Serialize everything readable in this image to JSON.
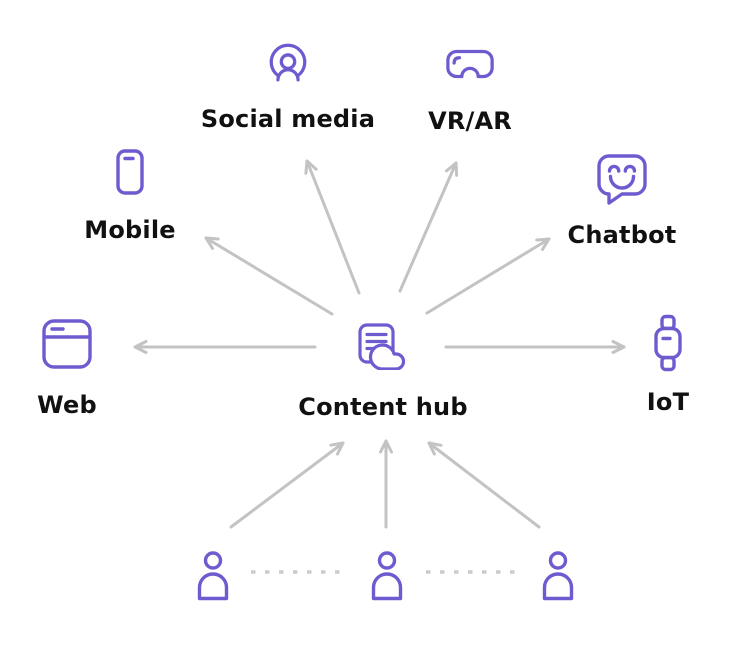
{
  "diagram": {
    "hub": {
      "label": "Content hub",
      "icon": "document-cloud-icon"
    },
    "channels": [
      {
        "id": "social-media",
        "label": "Social media",
        "icon": "person-in-circle-icon"
      },
      {
        "id": "vr-ar",
        "label": "VR/AR",
        "icon": "vr-headset-icon"
      },
      {
        "id": "mobile",
        "label": "Mobile",
        "icon": "smartphone-icon"
      },
      {
        "id": "chatbot",
        "label": "Chatbot",
        "icon": "chat-bubble-smiley-icon"
      },
      {
        "id": "web",
        "label": "Web",
        "icon": "browser-window-icon"
      },
      {
        "id": "iot",
        "label": "IoT",
        "icon": "smartwatch-icon"
      }
    ],
    "users": [
      {
        "id": "user-1",
        "icon": "user-icon"
      },
      {
        "id": "user-2",
        "icon": "user-icon"
      },
      {
        "id": "user-3",
        "icon": "user-icon"
      }
    ],
    "connections": {
      "out_from_hub": [
        "Web",
        "Mobile",
        "Social media",
        "VR/AR",
        "Chatbot",
        "IoT"
      ],
      "in_to_hub": [
        "user-1",
        "user-2",
        "user-3"
      ]
    },
    "colors": {
      "accent": "#6d5bd0",
      "arrow": "#c3c3c3",
      "text": "#111111",
      "dotted": "#cbcbcb"
    }
  }
}
